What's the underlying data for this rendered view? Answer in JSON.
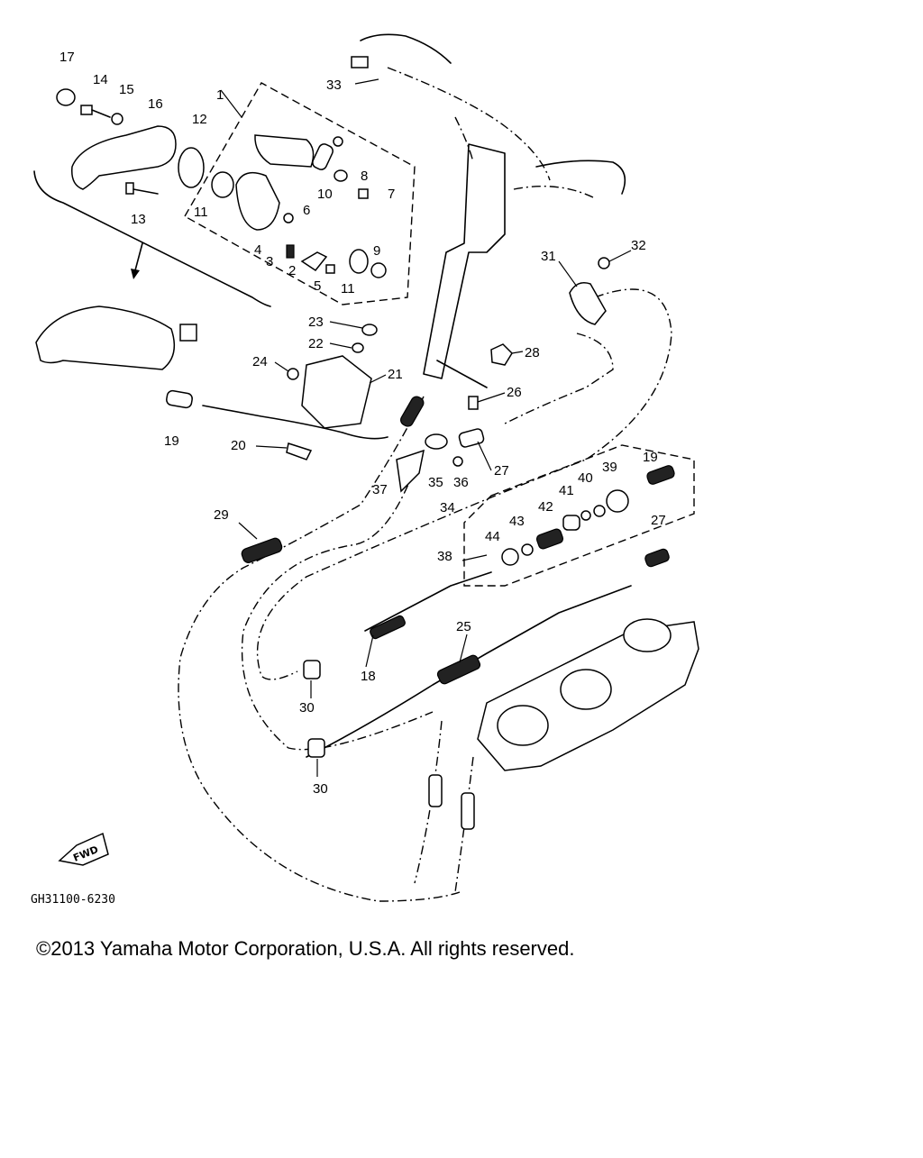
{
  "diagram": {
    "drawing_code": "GH31100-6230",
    "fwd_label": "FWD",
    "copyright": "©2013 Yamaha Motor Corporation, U.S.A. All rights reserved.",
    "callouts": [
      "1",
      "2",
      "3",
      "4",
      "5",
      "6",
      "7",
      "8",
      "9",
      "10",
      "11",
      "11",
      "12",
      "13",
      "14",
      "15",
      "16",
      "17",
      "18",
      "19",
      "19",
      "20",
      "21",
      "22",
      "23",
      "24",
      "25",
      "26",
      "27",
      "27",
      "28",
      "29",
      "30",
      "30",
      "31",
      "32",
      "33",
      "34",
      "35",
      "36",
      "37",
      "38",
      "39",
      "40",
      "41",
      "42",
      "43",
      "44"
    ]
  }
}
